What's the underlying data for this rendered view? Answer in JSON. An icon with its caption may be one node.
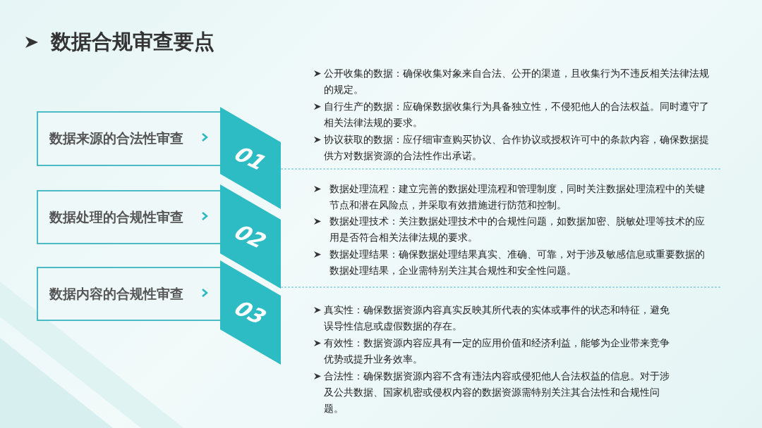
{
  "diagram": {
    "title": "数据合规审查要点",
    "nodes": [
      {
        "text": [
          "数据来源的合法性审查"
        ]
      },
      {
        "text": [
          "01"
        ]
      },
      {
        "text": [
          "数据处理的合规性审查"
        ]
      },
      {
        "text": [
          "02"
        ]
      },
      {
        "text": [
          "数据内容的合规性审查"
        ]
      },
      {
        "text": [
          "03"
        ]
      }
    ],
    "labels": [
      "公开收集的数据：确保收集对象来自合法、公开的渠道，且收集行为不违反相关法律法规的规定。",
      "自行生产的数据：应确保数据收集行为具备独立性，不侵犯他人的合法权益。同时遵守了相关法律法规的要求。",
      "协议获取的数据：应仔细审查购买协议、合作协议或授权许可中的条款内容，确保数据提供方对数据资源的合法性作出承诺。",
      "数据处理流程：建立完善的数据处理流程和管理制度，同时关注数据处理流程中的关键节点和潜在风险点，并采取有效措施进行防范和控制。",
      "数据处理技术：关注数据处理技术中的合规性问题，如数据加密、脱敏处理等技术的应用是否符合相关法律法规的要求。",
      "数据处理结果：确保数据处理结果真实、准确、可靠，对于涉及敏感信息或重要数据的数据处理结果，企业需特别关注其合规性和安全性问题。",
      "真实性：确保数据资源内容真实反映其所代表的实体或事件的状态和特征，避免误导性信息或虚假数据的存在。",
      "有效性：数据资源内容应具有一定的应用价值和经济利益，能够为企业带来竞争优势或提升业务效率。",
      "合法性：确保数据资源内容不含有违法内容或侵犯他人合法权益的信息。对于涉及公共数据、国家机密或侵权内容的数据资源需特别关注其合法性和合规性问题。"
    ]
  }
}
